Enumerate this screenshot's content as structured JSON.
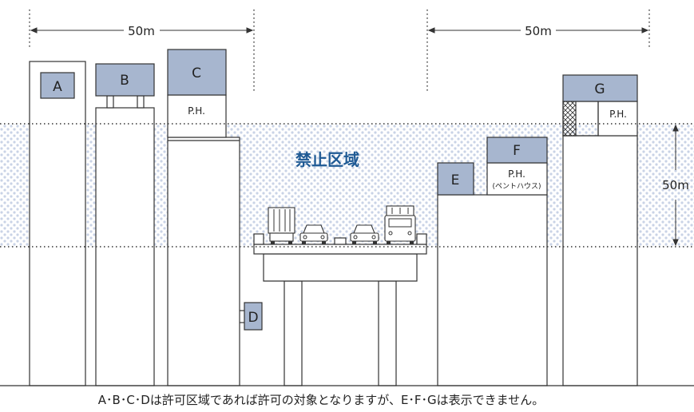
{
  "diagram": {
    "dimension_labels": {
      "left_span": "50m",
      "right_span": "50m",
      "zone_height": "50m"
    },
    "zone_label": "禁止区域",
    "signs": {
      "A": "A",
      "B": "B",
      "C": "C",
      "D": "D",
      "E": "E",
      "F": "F",
      "G": "G"
    },
    "penthouse_labels": {
      "c": "P.H.",
      "f": "P.H.",
      "f_sub": "(ペントハウス)",
      "g": "P.H."
    },
    "caption": "A･B･C･Dは許可区域であれば許可の対象となりますが、E･F･Gは表示できません。",
    "colors": {
      "sign_fill": "#a7b6cf",
      "zone_text": "#1f5a94",
      "zone_dots": "#c9d3e6"
    }
  }
}
